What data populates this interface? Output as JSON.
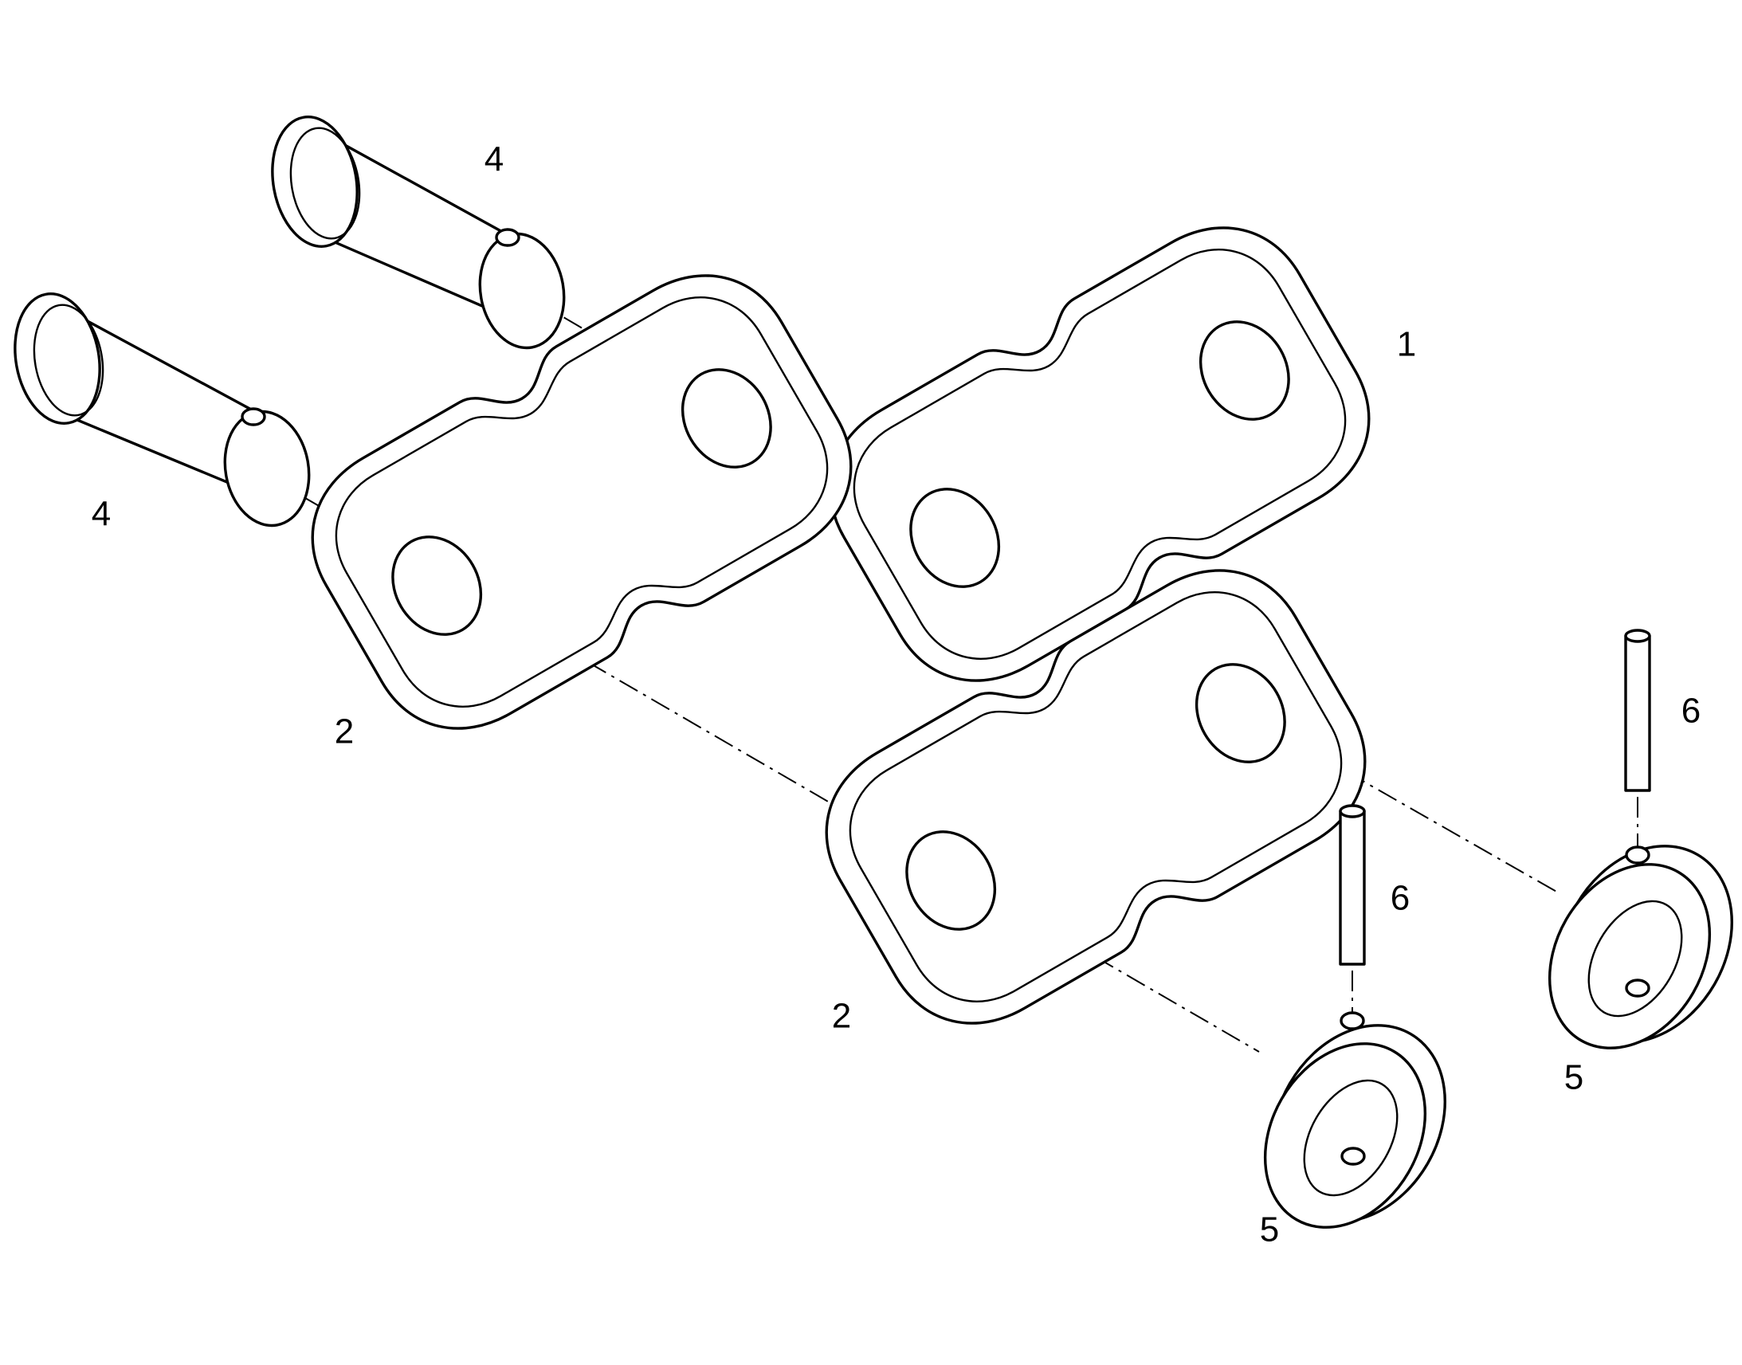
{
  "callouts": {
    "outer_link": "1",
    "inner_link": "2",
    "pin": "4",
    "collar": "5",
    "roll_pin": "6"
  },
  "colors": {
    "line": "#000000",
    "background": "#ffffff"
  }
}
